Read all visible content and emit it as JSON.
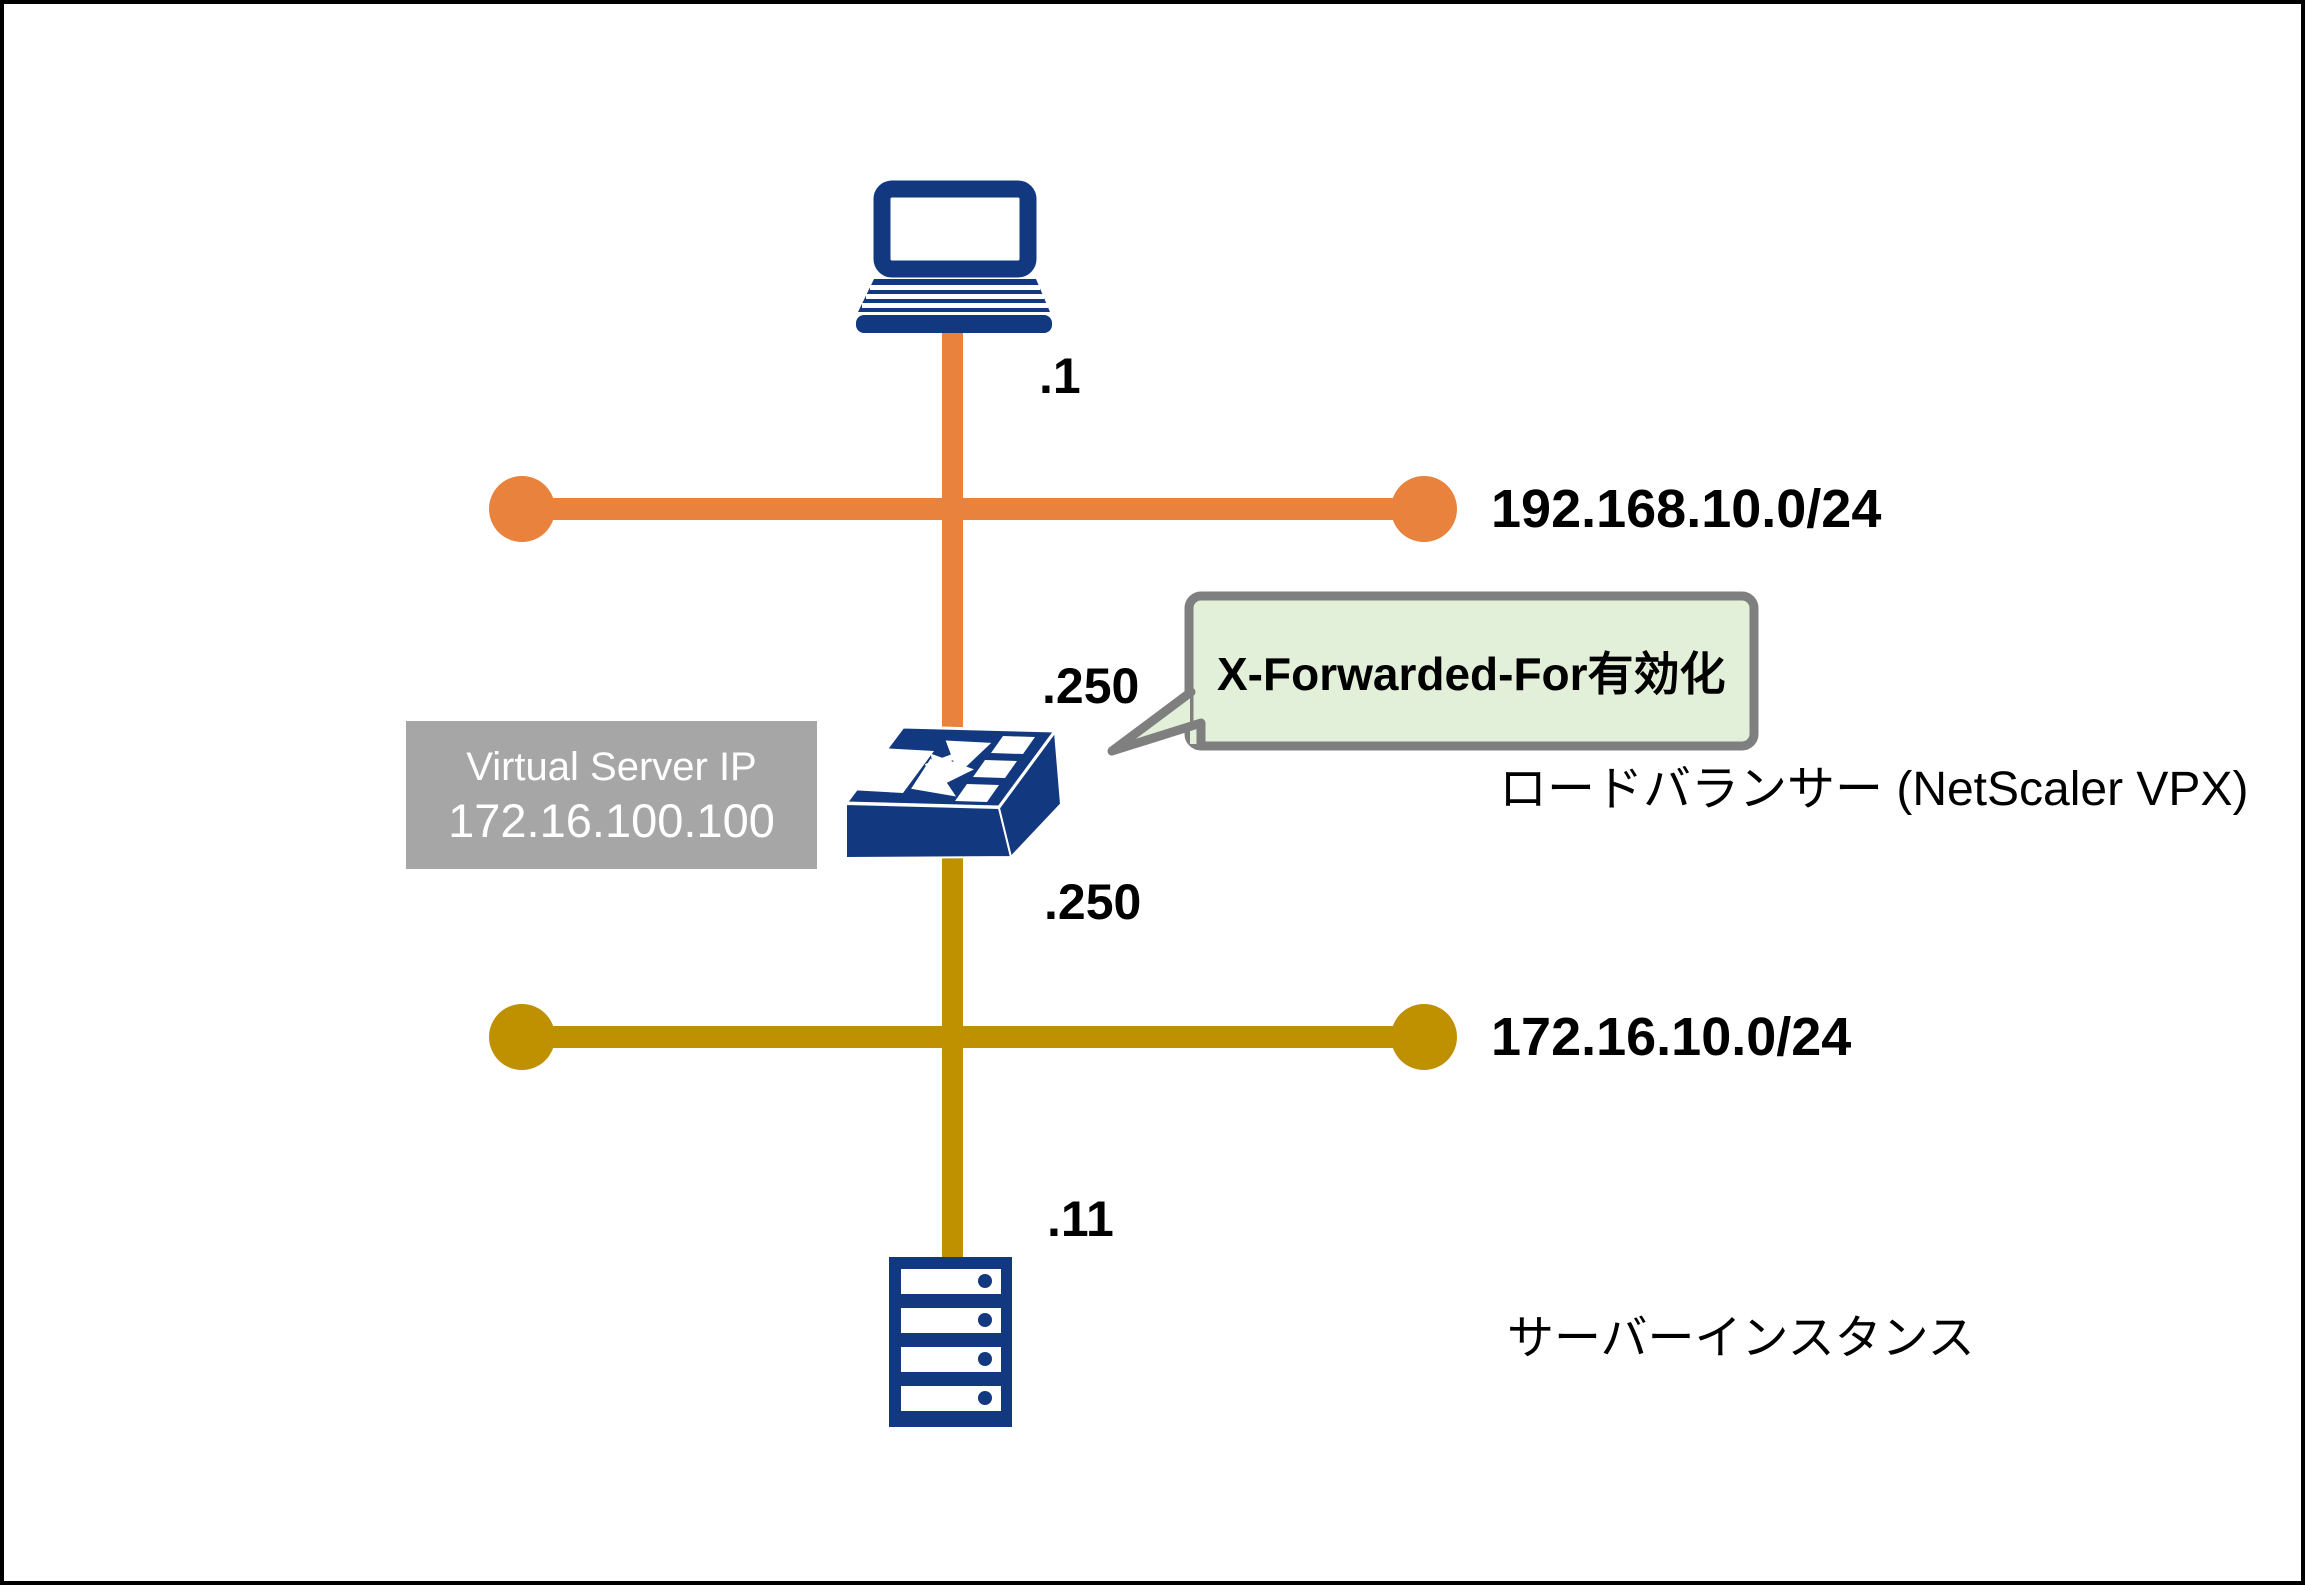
{
  "nodes": {
    "client": {
      "icon": "laptop-icon",
      "interface_label": ".1"
    },
    "load_balancer": {
      "icon": "load-balancer-icon",
      "label": "ロードバランサー (NetScaler VPX)",
      "upper_interface_label": ".250",
      "lower_interface_label": ".250"
    },
    "server": {
      "icon": "server-rack-icon",
      "label": "サーバーインスタンス",
      "interface_label": ".11"
    }
  },
  "networks": {
    "upper": {
      "cidr": "192.168.10.0/24",
      "color": "#E8823C"
    },
    "lower": {
      "cidr": "172.16.10.0/24",
      "color": "#BF9000"
    }
  },
  "callout": {
    "text": "X-Forwarded-For有効化",
    "fill": "#E2EFD9",
    "border_color": "#7F7F7F"
  },
  "vip_box": {
    "title": "Virtual Server IP",
    "ip": "172.16.100.100",
    "bg": "#A6A6A6"
  },
  "colors": {
    "node_navy": "#12397F",
    "text": "#000000"
  }
}
